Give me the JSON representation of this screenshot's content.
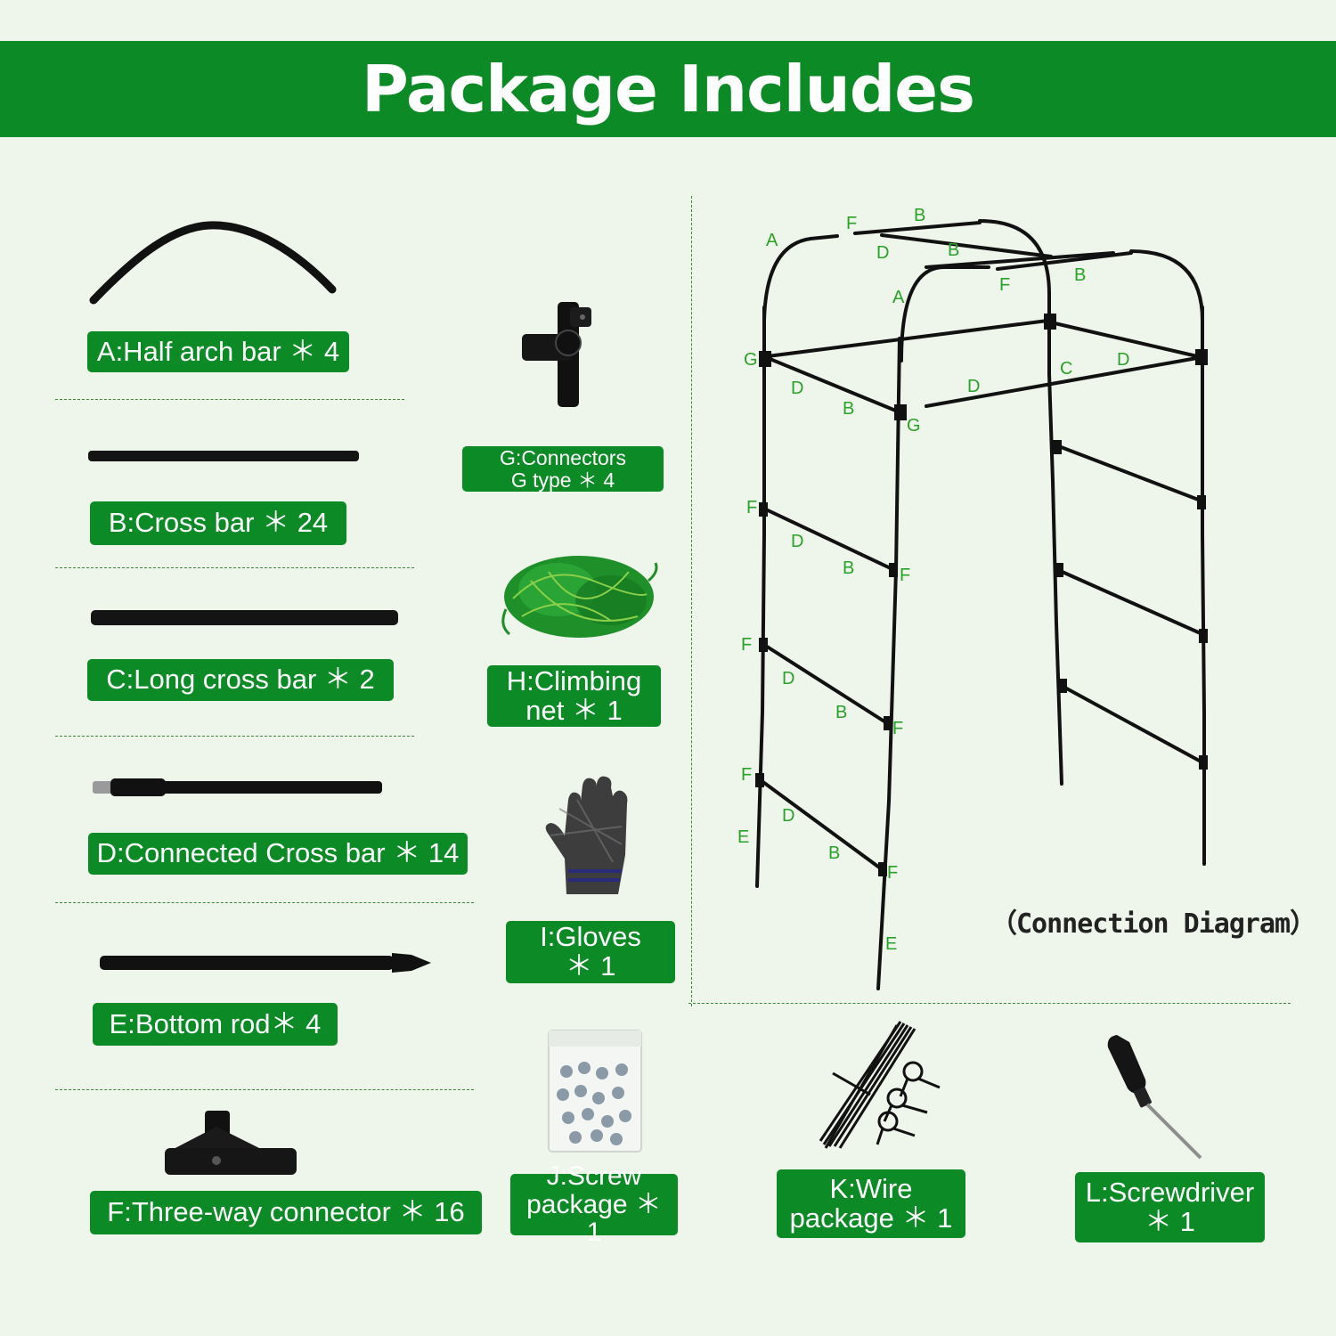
{
  "title": "Package Includes",
  "items": {
    "a": "A:Half arch bar ＊ 4",
    "b": "B:Cross bar ＊ 24",
    "c": "C:Long cross bar ＊ 2",
    "d": "D:Connected Cross bar ＊ 14",
    "e": "E:Bottom rod＊ 4",
    "f": "F:Three-way connector ＊ 16",
    "g1": "G:Connectors",
    "g2": "G type ＊ 4",
    "h1": "H:Climbing",
    "h2": "net ＊ 1",
    "i1": "I:Gloves",
    "i2": "＊ 1",
    "j1": "J:Screw",
    "j2": "package ＊ 1",
    "k1": "K:Wire",
    "k2": "package ＊ 1",
    "l1": "L:Screwdriver",
    "l2": "＊ 1"
  },
  "diagram": {
    "caption": "（Connection Diagram）",
    "letters": {
      "A": "A",
      "B": "B",
      "C": "C",
      "D": "D",
      "E": "E",
      "F": "F",
      "G": "G"
    }
  },
  "colors": {
    "brand_green": "#0b8a26",
    "background": "#eef5ea",
    "diagram_letter": "#2aa12a"
  }
}
